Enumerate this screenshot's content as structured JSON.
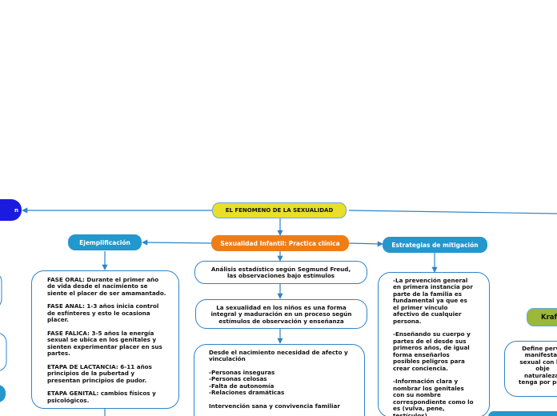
{
  "colors": {
    "line": "#2f84c6",
    "root_fill": "#e8df2a",
    "root_border": "#6aa7d9",
    "center_fill": "#ef7d16",
    "branch_fill": "#2398cd",
    "side_fill": "#1b1be0",
    "kraf_fill": "#9ab83a"
  },
  "root": {
    "title": "EL FENOMENO DE LA SEXUALIDAD"
  },
  "center": {
    "title": "Sexualidad Infantil: Practica clínica"
  },
  "left_branch": {
    "title": "Ejemplificación"
  },
  "right_branch": {
    "title": "Estrategias de mitigación"
  },
  "left_edge_node": {
    "label": "n"
  },
  "kraf_node": {
    "label": "Kraf"
  },
  "phases": [
    "FASE ORAL: Durante el primer año de vida desde el nacimiento se siente el placer de ser amamantado.",
    "FASE ANAL: 1-3 años inicia control de esfínteres y esto le ocasiona placer.",
    "FASE FALICA: 3-5 años la energía sexual se ubica en los genitales y sienten experimentar placer en sus partes.",
    "ETAPA DE LACTANCIA: 6-11 años principios de la pubertad y presentan principios de pudor.",
    "ETAPA GENITAL: cambios físicos y psicológicos."
  ],
  "center_chain": {
    "analysis": "Análisis estadístico según Segmund Freud, las observaciones bajo estímulos",
    "development": "La sexualidad en los niños es una forma integral y maduración en un proceso según estímulos de observación y enseñanza",
    "needs_intro": "Desde el nacimiento necesidad de afecto y vinculación",
    "needs_list": [
      "-Personas inseguras",
      "-Personas celosas",
      "-Falta de autonomía",
      "-Relaciones dramáticas"
    ],
    "needs_outro": "Intervención sana y convivencia familiar"
  },
  "strategies": [
    "-La prevención general en primera instancia por parte de la familia es fundamental ya que es el primer vínculo afectivo de cualquier persona.",
    "-Enseñando su cuerpo y partes de el desde sus primeros años, de igual forma enseñarlos posibles peligros para crear conciencia.",
    "-Información clara y nombrar los genitales con su nombre correspondiente como lo es (vulva, pene, testículos)"
  ],
  "kraf_desc": "Define perve manifestac sexual con los obje naturaleza, tenga por proc"
}
